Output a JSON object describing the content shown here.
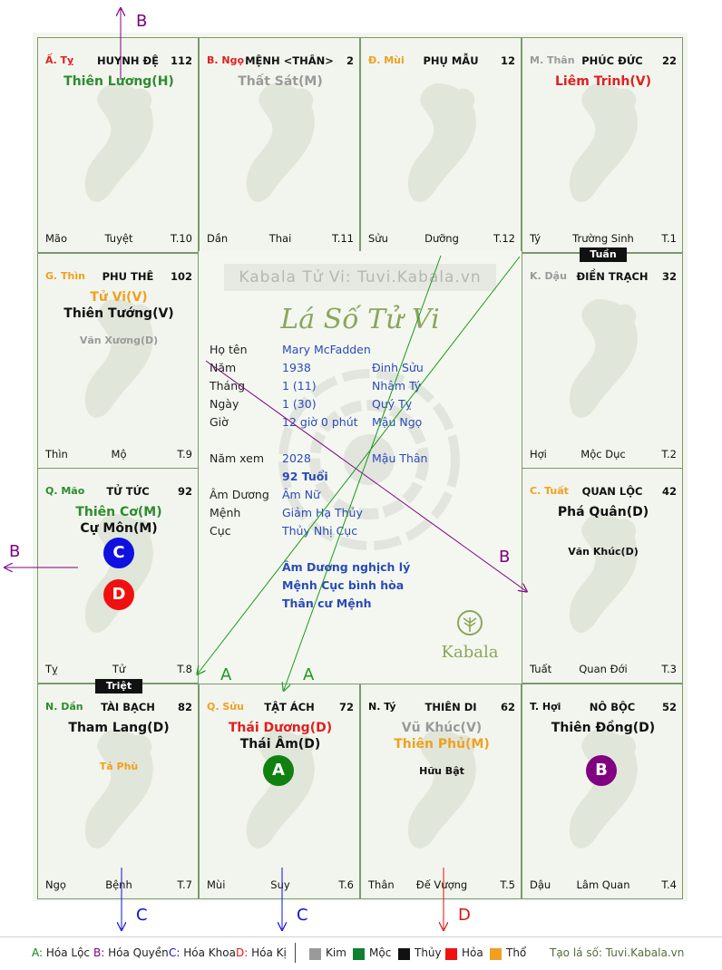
{
  "palaces": [
    {
      "id": "ty",
      "can": "Ấ. Tỵ",
      "can_color": "#e02020",
      "name": "HUYNH ĐỆ",
      "num": "112",
      "stars": [
        {
          "text": "Thiên Lương(H)",
          "color": "#2e8b2e"
        }
      ],
      "minor": [],
      "bottom": [
        "Mão",
        "Tuyệt",
        "T.10"
      ],
      "watermark": "snake-watermark"
    },
    {
      "id": "ngo",
      "can": "B. Ngọ",
      "can_color": "#e02020",
      "name": "MỆNH <THÂN>",
      "num": "2",
      "stars": [
        {
          "text": "Thất Sát(M)",
          "color": "#9a9a9a"
        }
      ],
      "minor": [],
      "bottom": [
        "Dần",
        "Thai",
        "T.11"
      ],
      "watermark": "horse-watermark"
    },
    {
      "id": "mui",
      "can": "Đ. Mùi",
      "can_color": "#f0a020",
      "name": "PHỤ MẪU",
      "num": "12",
      "stars": [],
      "minor": [],
      "bottom": [
        "Sửu",
        "Dưỡng",
        "T.12"
      ],
      "watermark": "goat-watermark"
    },
    {
      "id": "than",
      "can": "M. Thân",
      "can_color": "#9a9a9a",
      "name": "PHÚC ĐỨC",
      "num": "22",
      "stars": [
        {
          "text": "Liêm Trinh(V)",
          "color": "#e02020"
        }
      ],
      "minor": [],
      "bottom": [
        "Tý",
        "Trường Sinh",
        "T.1"
      ],
      "watermark": "monkey-watermark"
    },
    {
      "id": "thin",
      "can": "G. Thìn",
      "can_color": "#f0a020",
      "name": "PHU THÊ",
      "num": "102",
      "stars": [
        {
          "text": "Tử Vi(V)",
          "color": "#f0a020"
        },
        {
          "text": "Thiên Tướng(V)",
          "color": "#111111"
        }
      ],
      "minor": [
        {
          "text": "Văn Xương(D)",
          "color": "#9a9a9a"
        }
      ],
      "bottom": [
        "Thìn",
        "Mộ",
        "T.9"
      ],
      "watermark": "dragon-watermark"
    },
    {
      "id": "dau",
      "can": "K. Dậu",
      "can_color": "#9a9a9a",
      "name": "ĐIỀN TRẠCH",
      "num": "32",
      "stars": [],
      "minor": [],
      "bottom": [
        "Hợi",
        "Mộc Dục",
        "T.2"
      ],
      "watermark": "rooster-watermark"
    },
    {
      "id": "mao",
      "can": "Q. Mão",
      "can_color": "#2e8b2e",
      "name": "TỬ TỨC",
      "num": "92",
      "stars": [
        {
          "text": "Thiên Cơ(M)",
          "color": "#2e8b2e"
        },
        {
          "text": "Cự Môn(M)",
          "color": "#111111"
        }
      ],
      "minor": [],
      "bottom": [
        "Tỵ",
        "Tử",
        "T.8"
      ],
      "watermark": "cat-watermark"
    },
    {
      "id": "tuat",
      "can": "C. Tuất",
      "can_color": "#f0a020",
      "name": "QUAN LỘC",
      "num": "42",
      "stars": [
        {
          "text": "Phá Quân(D)",
          "color": "#111111"
        }
      ],
      "minor": [
        {
          "text": "Văn Khúc(D)",
          "color": "#111111"
        }
      ],
      "bottom": [
        "Tuất",
        "Quan Đới",
        "T.3"
      ],
      "watermark": "dog-watermark"
    },
    {
      "id": "dan",
      "can": "N. Dần",
      "can_color": "#2e8b2e",
      "name": "TÀI BẠCH",
      "num": "82",
      "stars": [
        {
          "text": "Tham Lang(D)",
          "color": "#111111"
        }
      ],
      "minor": [
        {
          "text": "Tả Phù",
          "color": "#f0a020"
        }
      ],
      "bottom": [
        "Ngọ",
        "Bệnh",
        "T.7"
      ],
      "watermark": "tiger-watermark"
    },
    {
      "id": "suu",
      "can": "Q. Sửu",
      "can_color": "#f0a020",
      "name": "TẬT ÁCH",
      "num": "72",
      "stars": [
        {
          "text": "Thái Dương(D)",
          "color": "#e02020"
        },
        {
          "text": "Thái Âm(D)",
          "color": "#111111"
        }
      ],
      "minor": [],
      "bottom": [
        "Mùi",
        "Suy",
        "T.6"
      ],
      "watermark": "ox-watermark"
    },
    {
      "id": "tyty",
      "can": "N. Tý",
      "can_color": "#111111",
      "name": "THIÊN DI",
      "num": "62",
      "stars": [
        {
          "text": "Vũ Khúc(V)",
          "color": "#9a9a9a"
        },
        {
          "text": "Thiên Phủ(M)",
          "color": "#f0a020"
        }
      ],
      "minor": [
        {
          "text": "Hữu Bật",
          "color": "#111111"
        }
      ],
      "bottom": [
        "Thân",
        "Đế Vượng",
        "T.5"
      ],
      "watermark": "rat-watermark"
    },
    {
      "id": "hoi",
      "can": "T. Hợi",
      "can_color": "#111111",
      "name": "NÔ BỘC",
      "num": "52",
      "stars": [
        {
          "text": "Thiên Đồng(D)",
          "color": "#111111"
        }
      ],
      "minor": [],
      "bottom": [
        "Dậu",
        "Lâm Quan",
        "T.4"
      ],
      "watermark": "pig-watermark"
    }
  ],
  "badges": {
    "tuan": "Tuần",
    "triet": "Triệt"
  },
  "markers": {
    "c": {
      "letter": "C",
      "color": "#1010e0"
    },
    "d": {
      "letter": "D",
      "color": "#f01010"
    },
    "a": {
      "letter": "A",
      "color": "#108010"
    },
    "b": {
      "letter": "B",
      "color": "#800080"
    }
  },
  "arrow_labels": {
    "a": "A",
    "b": "B",
    "c": "C",
    "d": "D"
  },
  "center": {
    "watermark_title": "Kabala Tử Vi: Tuvi.Kabala.vn",
    "title": "Lá Số Tử Vi",
    "rows": [
      {
        "label": "Họ tên",
        "v1": "Mary McFadden",
        "v2": ""
      },
      {
        "label": "Năm",
        "v1": "1938",
        "v2": "Đinh Sửu"
      },
      {
        "label": "Tháng",
        "v1": "1  (11)",
        "v2": "Nhâm Tý"
      },
      {
        "label": "Ngày",
        "v1": "1  (30)",
        "v2": "Quý Tỵ"
      },
      {
        "label": "Giờ",
        "v1": "12 giờ 0 phút",
        "v2": "Mậu Ngọ"
      },
      {
        "label": "Năm xem",
        "v1": "2028",
        "v2": "Mậu Thân"
      },
      {
        "label": "",
        "v1": "92 Tuổi",
        "v2": ""
      },
      {
        "label": "Âm Dương",
        "v1": "Âm Nữ",
        "v2": ""
      },
      {
        "label": "Mệnh",
        "v1": "Giảm Hạ Thủy",
        "v2": ""
      },
      {
        "label": "Cục",
        "v1": "Thủy Nhị Cục",
        "v2": ""
      }
    ],
    "notes": [
      "Âm Dương nghịch lý",
      "Mệnh Cục bình hòa",
      "Thân cư Mệnh"
    ],
    "logo_text": "Kabala"
  },
  "legend": {
    "transforms": [
      {
        "key": "A:",
        "text": " Hóa Lộc",
        "color": "#108010"
      },
      {
        "key": "B:",
        "text": " Hóa Quyền",
        "color": "#800080"
      },
      {
        "key": "C:",
        "text": " Hóa Khoa",
        "color": "#1010e0"
      },
      {
        "key": "D:",
        "text": " Hóa Kị",
        "color": "#f01010"
      }
    ],
    "elements": [
      {
        "name": "Kim",
        "color": "#9a9a9a"
      },
      {
        "name": "Mộc",
        "color": "#108030"
      },
      {
        "name": "Thủy",
        "color": "#111111"
      },
      {
        "name": "Hỏa",
        "color": "#f01010"
      },
      {
        "name": "Thổ",
        "color": "#f0a020"
      }
    ],
    "credit": "Tạo lá số: Tuvi.Kabala.vn",
    "credit_color": "#556b3a"
  },
  "line_colors": {
    "a": "#1a9a1a",
    "b": "#800080",
    "c": "#1010e0",
    "d": "#e01010"
  }
}
